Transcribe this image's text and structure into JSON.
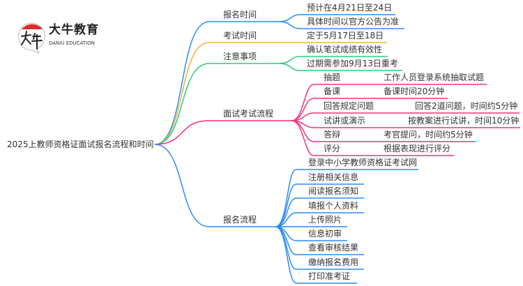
{
  "logo": {
    "name": "大牛教育",
    "en": "DANIU EDUCATION"
  },
  "root": "2025上教师资格证面试报名流程和时间",
  "colors": {
    "blue": "#2b8cf5",
    "orange": "#f3b23a",
    "green": "#2ecb7a",
    "pink": "#f5317f"
  },
  "branches": [
    {
      "label": "报名时间",
      "children": [
        {
          "label": "预计在4月21日至24日"
        },
        {
          "label": "具体时间以官方公告为准"
        }
      ]
    },
    {
      "label": "考试时间",
      "children": [
        {
          "label": "定于5月17日至18日"
        }
      ]
    },
    {
      "label": "注意事项",
      "children": [
        {
          "label": "确认笔试成绩有效性"
        },
        {
          "label": "过期需参加9月13日重考"
        }
      ]
    },
    {
      "label": "面试考试流程",
      "children": [
        {
          "label": "抽题",
          "detail": "工作人员登录系统抽取试题"
        },
        {
          "label": "备课",
          "detail": "备课时间20分钟"
        },
        {
          "label": "回答规定问题",
          "detail": "回答2道问题，时间约5分钟"
        },
        {
          "label": "试讲或演示",
          "detail": "按教案进行试讲，时间10分钟"
        },
        {
          "label": "答辩",
          "detail": "考官提问，时间约5分钟"
        },
        {
          "label": "评分",
          "detail": "根据表现进行评分"
        }
      ]
    },
    {
      "label": "报名流程",
      "children": [
        {
          "label": "登录中小学教师资格证考试网"
        },
        {
          "label": "注册相关信息"
        },
        {
          "label": "阅读报名须知"
        },
        {
          "label": "填报个人资料"
        },
        {
          "label": "上传照片"
        },
        {
          "label": "信息初审"
        },
        {
          "label": "查看审核结果"
        },
        {
          "label": "缴纳报名费用"
        },
        {
          "label": "打印准考证"
        }
      ]
    }
  ]
}
